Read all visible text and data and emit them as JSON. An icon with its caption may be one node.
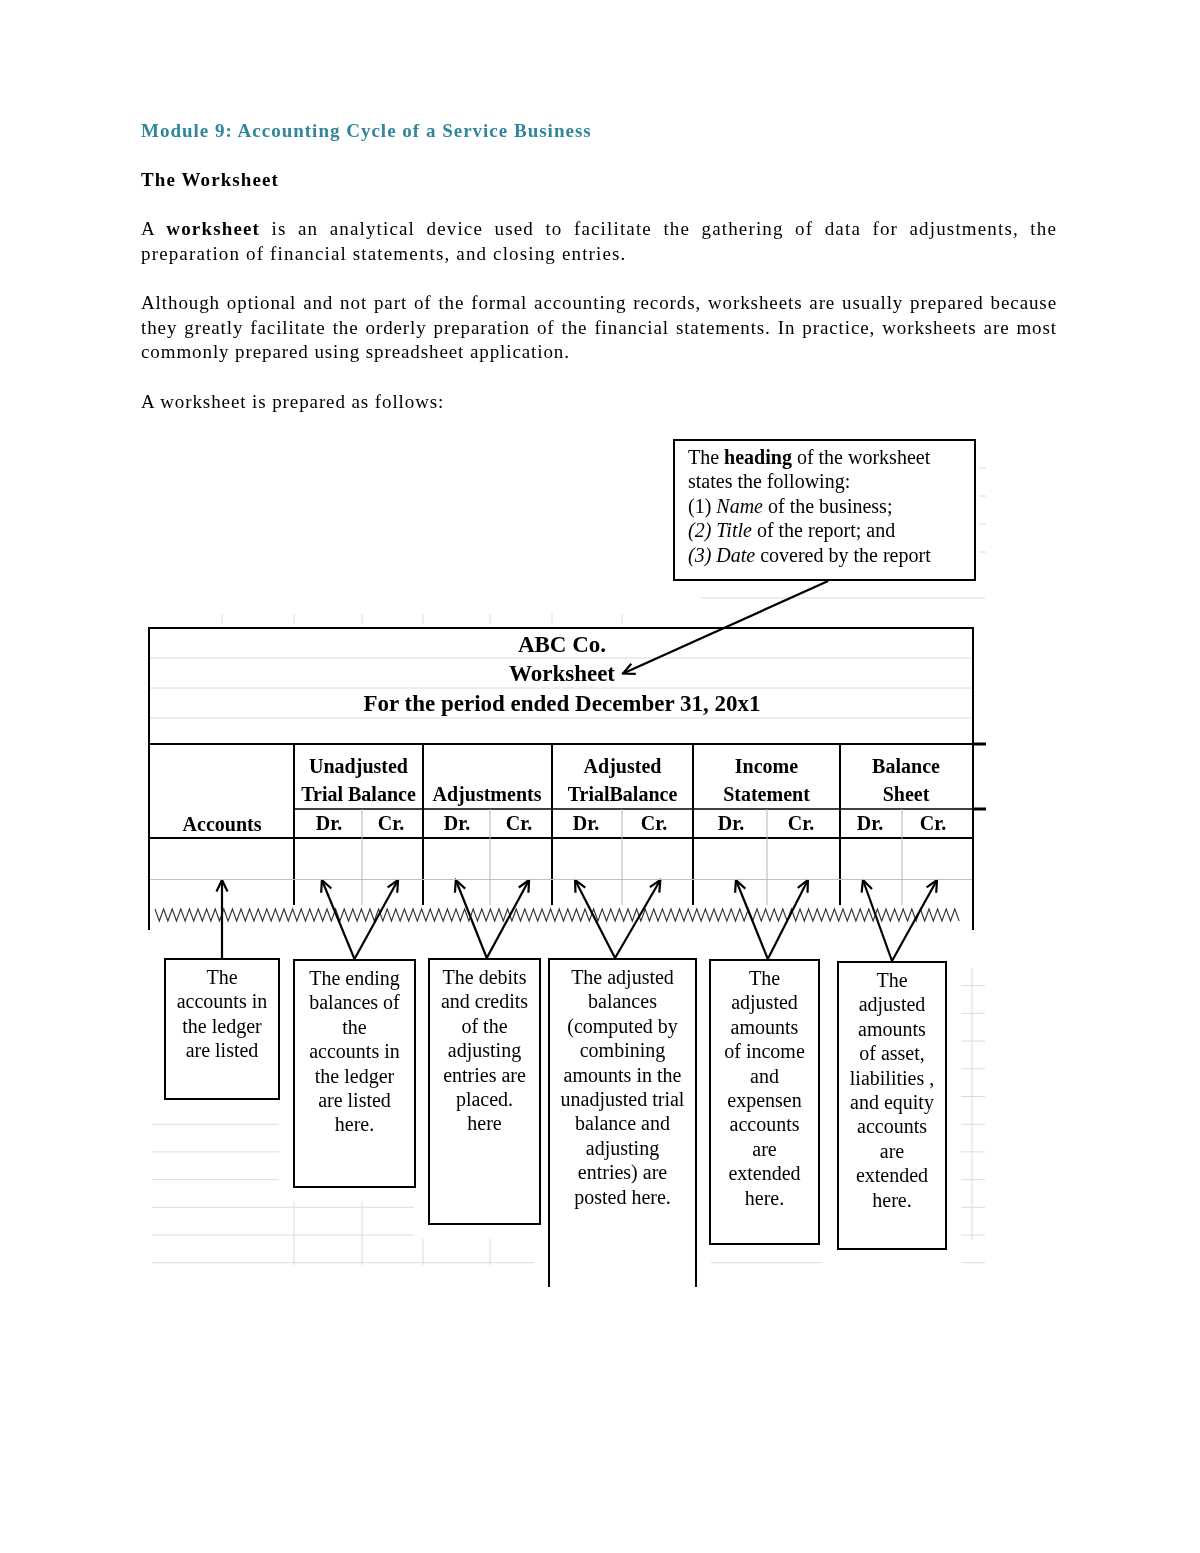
{
  "diagram": {
    "title": "Module 9: Accounting Cycle of a Service Business",
    "nodes": [
      {
        "text": [
          "The **heading** of the worksheet states the following:",
          "(1) *Name* of the business;",
          "*(2) Title* of the report; and",
          "*(3) Date* covered by the report"
        ]
      },
      {
        "text": [],
        "shape": "box"
      },
      {
        "text": [
          "Worksheet"
        ],
        "in": 1
      },
      {
        "text": [],
        "shape": "box",
        "in": 1
      },
      {
        "text": [],
        "shape": "box",
        "in": 1
      },
      {
        "text": [],
        "shape": "box",
        "in": 1
      },
      {
        "text": [],
        "shape": "box",
        "in": 1
      },
      {
        "text": [],
        "shape": "box",
        "in": 1
      },
      {
        "text": [],
        "shape": "box",
        "in": 1
      },
      {
        "text": [],
        "shape": "box",
        "in": 1
      },
      {
        "text": [],
        "shape": "box",
        "in": 1
      },
      {
        "text": [],
        "shape": "box",
        "in": 1
      },
      {
        "text": [],
        "shape": "box",
        "in": 1
      },
      {
        "text": [],
        "shape": "box",
        "in": 1
      },
      {
        "text": [
          "The accounts in the ledger are listed"
        ]
      },
      {
        "text": [
          "The ending balances of the accounts in the ledger are listed here."
        ]
      },
      {
        "text": [
          "The debits and credits of the adjusting entries are placed. here"
        ]
      },
      {
        "text": [
          "The adjusted balances (computed by combining amounts in the unadjusted trial balance and adjusting entries) are posted here."
        ]
      },
      {
        "text": [
          "The adjusted amounts of income and expensen accounts are extended here."
        ]
      },
      {
        "text": [
          "The adjusted amounts of asset, liabilities , and equity accounts are extended here."
        ]
      }
    ],
    "edges": [
      {
        "from": 0,
        "to": 2,
        "arrow": "to"
      },
      {
        "from": 14,
        "to": 3,
        "arrow": "to"
      },
      {
        "from": 15,
        "to": 4,
        "arrow": "to"
      },
      {
        "from": 15,
        "to": 5,
        "arrow": "to"
      },
      {
        "from": 16,
        "to": 6,
        "arrow": "to"
      },
      {
        "from": 16,
        "to": 7,
        "arrow": "to"
      },
      {
        "from": 17,
        "to": 8,
        "arrow": "to"
      },
      {
        "from": 17,
        "to": 9,
        "arrow": "to"
      },
      {
        "from": 18,
        "to": 10,
        "arrow": "to"
      },
      {
        "from": 18,
        "to": 11,
        "arrow": "to"
      },
      {
        "from": 19,
        "to": 12,
        "arrow": "to"
      },
      {
        "from": 19,
        "to": 13,
        "arrow": "to"
      }
    ],
    "labels": [
      "The Worksheet",
      "A **worksheet** is an analytical device used to facilitate the gathering of data for adjustments, the preparation of financial statements, and closing entries.",
      "Although optional and not part of the formal accounting records, worksheets are usually prepared because they greatly facilitate the orderly preparation of the financial statements. In practice, worksheets are most commonly prepared using spreadsheet application.",
      "A worksheet is prepared as follows:",
      "ABC Co.",
      "For the period ended December 31, 20x1",
      "Accounts",
      "Unadjusted Trial Balance",
      "Adjustments",
      "Adjusted TrialBalance",
      "Income Statement",
      "Balance Sheet",
      "Dr.",
      "Cr.",
      "Dr.",
      "Cr.",
      "Dr.",
      "Cr.",
      "Dr.",
      "Cr.",
      "Dr.",
      "Cr."
    ]
  }
}
